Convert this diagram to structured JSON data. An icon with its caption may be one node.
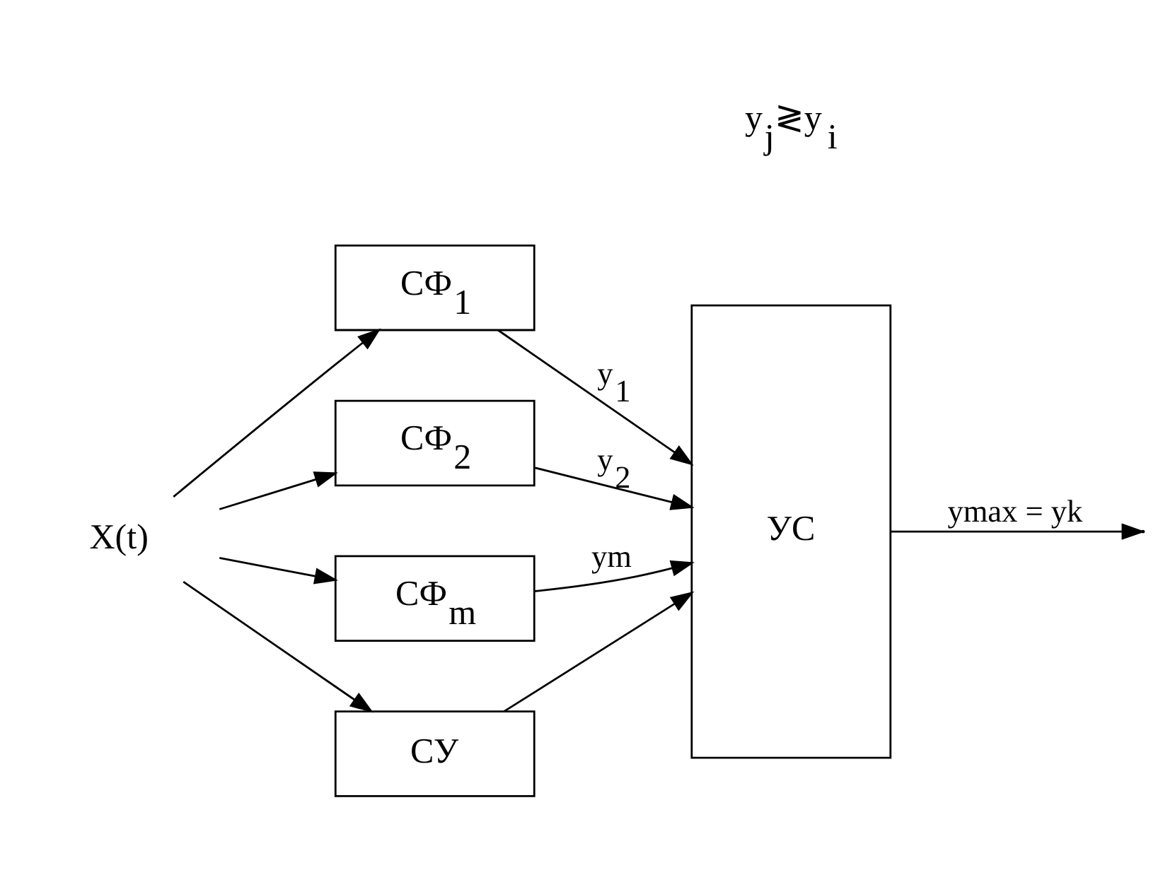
{
  "diagram": {
    "nodes": [
      {
        "text": [
          "X(t)"
        ]
      },
      {
        "text": [
          "СФ$_{1}$"
        ]
      },
      {
        "text": [
          "СФ$_{2}$"
        ]
      },
      {
        "text": [
          "СФ$_{m}$"
        ]
      },
      {
        "text": [
          "УС"
        ]
      },
      {
        "text": [
          "СУ"
        ]
      }
    ],
    "edges": [
      {
        "from": 0,
        "to": 1,
        "arrow": "to"
      },
      {
        "from": 0,
        "to": 2,
        "arrow": "to"
      },
      {
        "from": 0,
        "to": 3,
        "arrow": "to"
      },
      {
        "from": 0,
        "to": 5,
        "arrow": "to"
      },
      {
        "from": 1,
        "to": 4,
        "arrow": "to",
        "label": "y$_{1}$"
      },
      {
        "from": 2,
        "to": 4,
        "arrow": "to",
        "label": "y$_{2}$"
      },
      {
        "from": 3,
        "to": 4,
        "arrow": "to",
        "label": "ym"
      },
      {
        "from": 5,
        "to": 4,
        "arrow": "to"
      },
      {
        "from": 4,
        "to": null,
        "arrow": "to",
        "label": "ymax = yk"
      }
    ],
    "labels": [
      "y$_{j}$≷y$_{i}$"
    ]
  }
}
